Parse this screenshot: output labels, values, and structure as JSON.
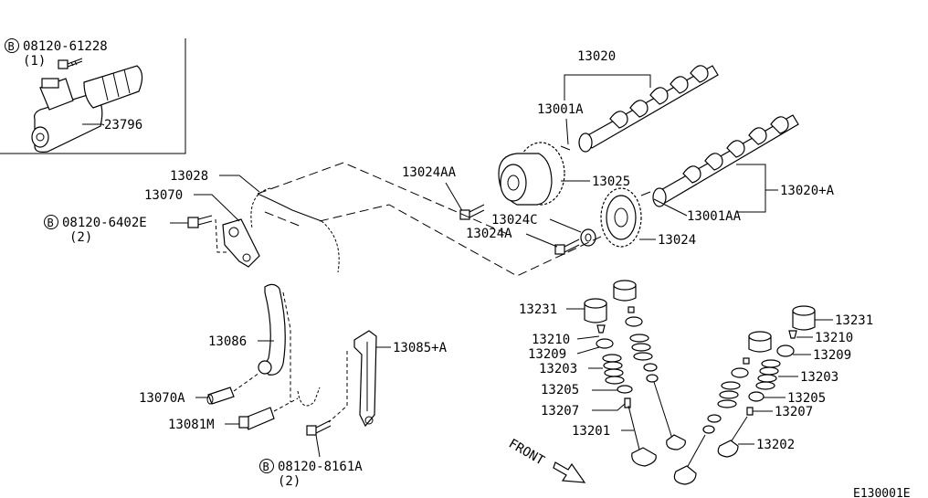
{
  "callouts": {
    "bolt_solenoid": "08120-61228",
    "bolt_solenoid_qty": "(1)",
    "solenoid": "23796",
    "camshaft": "13020",
    "camshaft_pin": "13001A",
    "camshaft_2": "13020+A",
    "camshaft_pin_2": "13001AA",
    "sprocket_bolt": "13024AA",
    "cam_sprocket_vtc": "13025",
    "washer": "13024C",
    "sprocket_bolt_2": "13024A",
    "cam_sprocket": "13024",
    "chain": "13028",
    "tensioner": "13070",
    "bolt_tensioner": "08120-6402E",
    "bolt_tensioner_qty": "(2)",
    "slack_guide": "13086",
    "tension_guide": "13085+A",
    "pin_a": "13070A",
    "pin_m": "13081M",
    "bolt_guide": "08120-8161A",
    "bolt_guide_qty": "(2)",
    "lifter_left": "13231",
    "collet_left": "13210",
    "retainer_left": "13209",
    "spring_left": "13203",
    "seat_left": "13205",
    "seal_left": "13207",
    "intake_valve": "13201",
    "lifter_right": "13231",
    "collet_right": "13210",
    "retainer_right": "13209",
    "spring_right": "13203",
    "seat_right": "13205",
    "seal_right": "13207",
    "exhaust_valve": "13202",
    "front_label": "FRONT",
    "bolt_symbol": "B",
    "diagram_code": "E130001E"
  }
}
